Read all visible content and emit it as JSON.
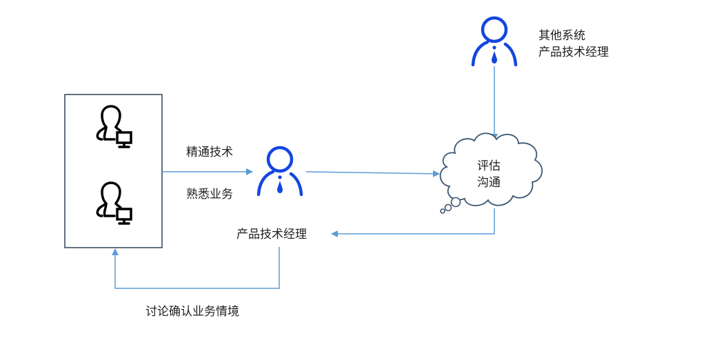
{
  "diagram": {
    "team_box": {
      "members": [
        {
          "icon": "user-computer-icon"
        },
        {
          "icon": "user-computer-icon"
        }
      ]
    },
    "edge_labels": {
      "tech": "精通技术",
      "business": "熟悉业务",
      "discuss": "讨论确认业务情境"
    },
    "pm_node": {
      "icon": "manager-icon",
      "label": "产品技术经理"
    },
    "other_pm_node": {
      "icon": "manager-icon",
      "label_line1": "其他系统",
      "label_line2": "产品技术经理"
    },
    "cloud_node": {
      "icon": "thought-cloud",
      "line1": "评估",
      "line2": "沟通"
    },
    "colors": {
      "connector": "#5b9bd5",
      "person_icon": "#1446e0",
      "box_border": "#2f3f55",
      "cloud_border": "#3a5470"
    }
  }
}
